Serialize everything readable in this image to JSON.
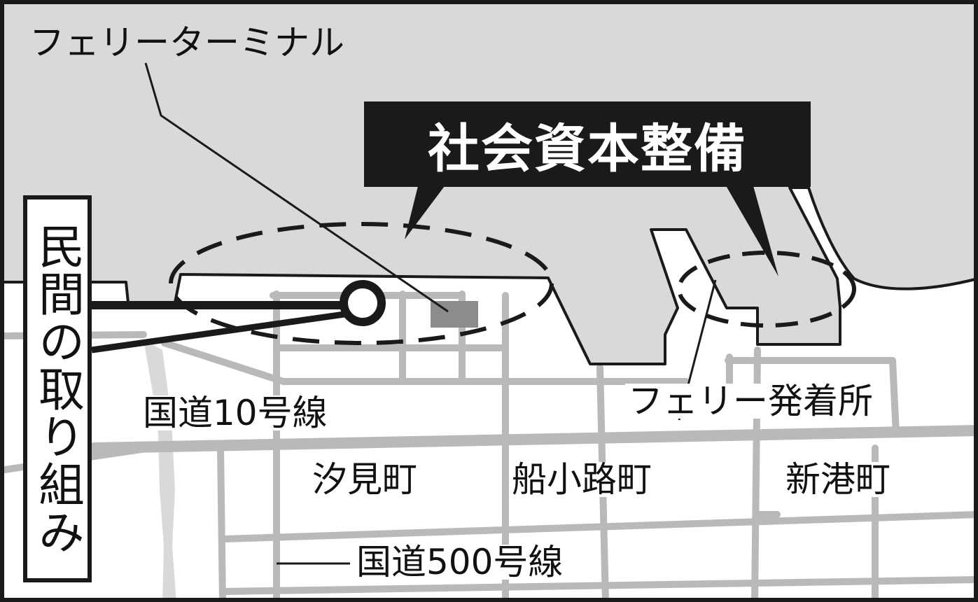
{
  "map": {
    "colors": {
      "water": "#d9d9d9",
      "land": "#ffffff",
      "road": "#b9b9b9",
      "outline": "#1a1a1a",
      "terminal_marker": "#8c8c8c"
    }
  },
  "labels": {
    "ferry_terminal": "フェリーターミナル",
    "infrastructure": "社会資本整備",
    "private_initiative": "民間の取り組み",
    "route10": "国道10号線",
    "ferry_pier": "フェリー発着所",
    "district_shiomi": "汐見町",
    "district_funakoji": "船小路町",
    "district_shinminato": "新港町",
    "route500": "国道500号線"
  }
}
